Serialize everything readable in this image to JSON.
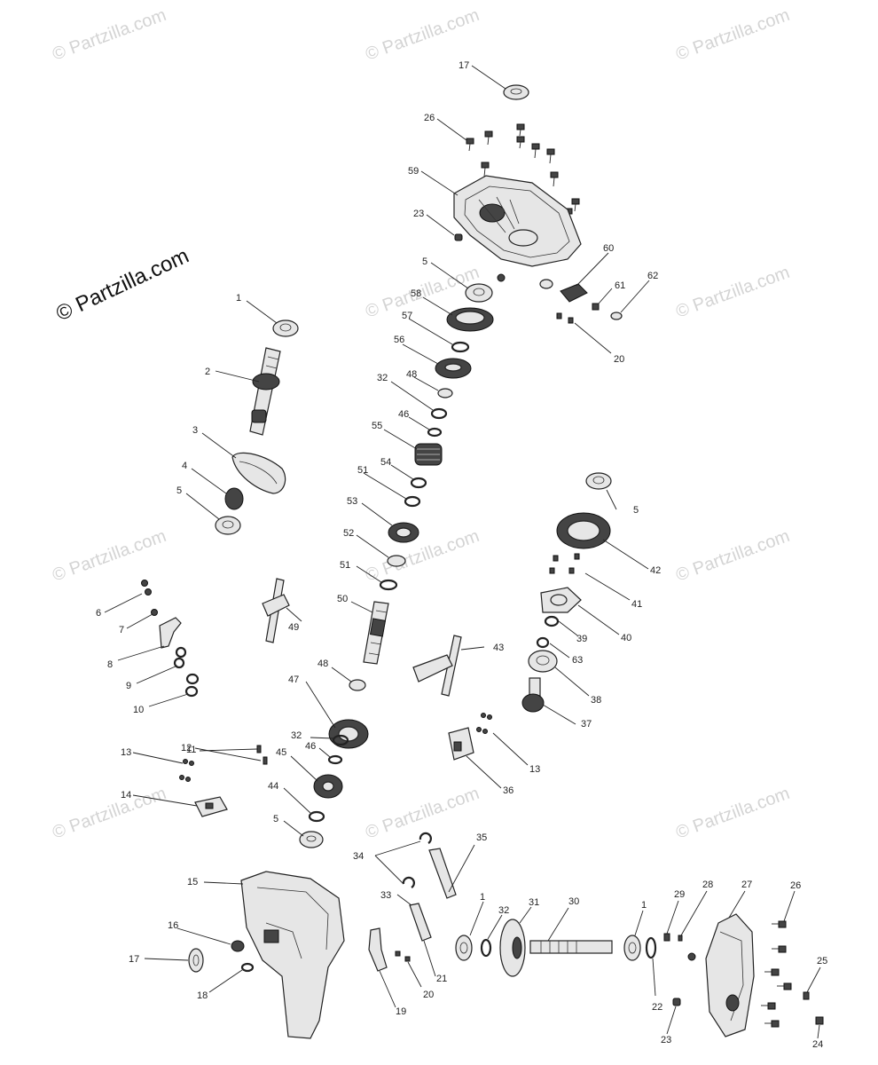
{
  "watermark": "© Partzilla.com",
  "callouts": {
    "c1a": "1",
    "c1b": "1",
    "c1c": "1",
    "c2": "2",
    "c3": "3",
    "c4": "4",
    "c5a": "5",
    "c5b": "5",
    "c5c": "5",
    "c5d": "5",
    "c6": "6",
    "c7": "7",
    "c8": "8",
    "c9": "9",
    "c10": "10",
    "c11": "11",
    "c12": "12",
    "c13a": "13",
    "c13b": "13",
    "c14": "14",
    "c15": "15",
    "c16": "16",
    "c17a": "17",
    "c17b": "17",
    "c18": "18",
    "c19": "19",
    "c20a": "20",
    "c20b": "20",
    "c21": "21",
    "c22": "22",
    "c23a": "23",
    "c23b": "23",
    "c24": "24",
    "c25": "25",
    "c26a": "26",
    "c26b": "26",
    "c27": "27",
    "c28": "28",
    "c29": "29",
    "c30": "30",
    "c31": "31",
    "c32a": "32",
    "c32b": "32",
    "c32c": "32",
    "c33": "33",
    "c34": "34",
    "c35": "35",
    "c36": "36",
    "c37": "37",
    "c38": "38",
    "c39": "39",
    "c40": "40",
    "c41": "41",
    "c42": "42",
    "c43": "43",
    "c44": "44",
    "c45": "45",
    "c46a": "46",
    "c46b": "46",
    "c47": "47",
    "c48a": "48",
    "c48b": "48",
    "c49": "49",
    "c50": "50",
    "c51a": "51",
    "c51b": "51",
    "c52": "52",
    "c53": "53",
    "c54": "54",
    "c55": "55",
    "c56": "56",
    "c57": "57",
    "c58": "58",
    "c59": "59",
    "c60": "60",
    "c61": "61",
    "c62": "62",
    "c63": "63"
  }
}
